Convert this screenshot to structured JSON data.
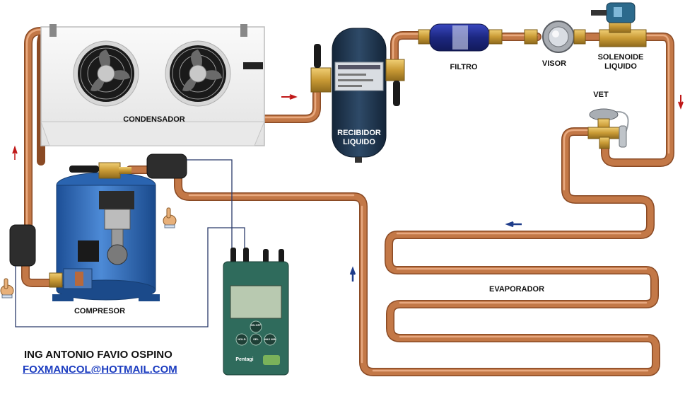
{
  "labels": {
    "condenser": "CONDENSADOR",
    "receiver_line1": "RECIBIDOR",
    "receiver_line2": "LIQUIDO",
    "filter": "FILTRO",
    "sight_glass": "VISOR",
    "solenoid_line1": "SOLENOIDE",
    "solenoid_line2": "LIQUIDO",
    "txv": "VET",
    "evaporator": "EVAPORADOR",
    "compressor": "COMPRESOR"
  },
  "meter": {
    "btn_on_off": "ON OFF",
    "btn_hold": "HOLD",
    "btn_sel": "SEL",
    "btn_max_min": "MAX MIN",
    "brand": "Pentagi"
  },
  "credits": {
    "author": "ING ANTONIO FAVIO OSPINO",
    "email": "FOXMANCOL@HOTMAIL.COM"
  },
  "colors": {
    "copper": "#b8693c",
    "copper_highlight": "#e6a77c",
    "compressor_blue": "#2f6fc0",
    "receiver_navy": "#1f3550",
    "filter_blue": "#24309a",
    "brass": "#c99a35",
    "meter_green": "#2f6b5c",
    "arrow_red": "#c01818",
    "arrow_blue": "#1e3c8a",
    "wire": "#2b3b6b",
    "email_blue": "#1b3cc0"
  }
}
